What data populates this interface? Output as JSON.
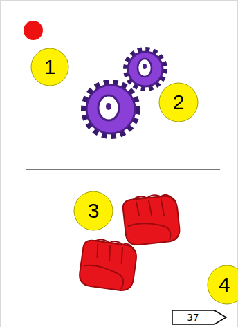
{
  "diagram": {
    "nodes": [
      {
        "text": [
          "1"
        ]
      },
      {
        "text": [
          "2"
        ]
      },
      {
        "text": [
          "3"
        ]
      },
      {
        "text": [
          "4"
        ]
      },
      {
        "text": [
          "37"
        ]
      }
    ]
  }
}
